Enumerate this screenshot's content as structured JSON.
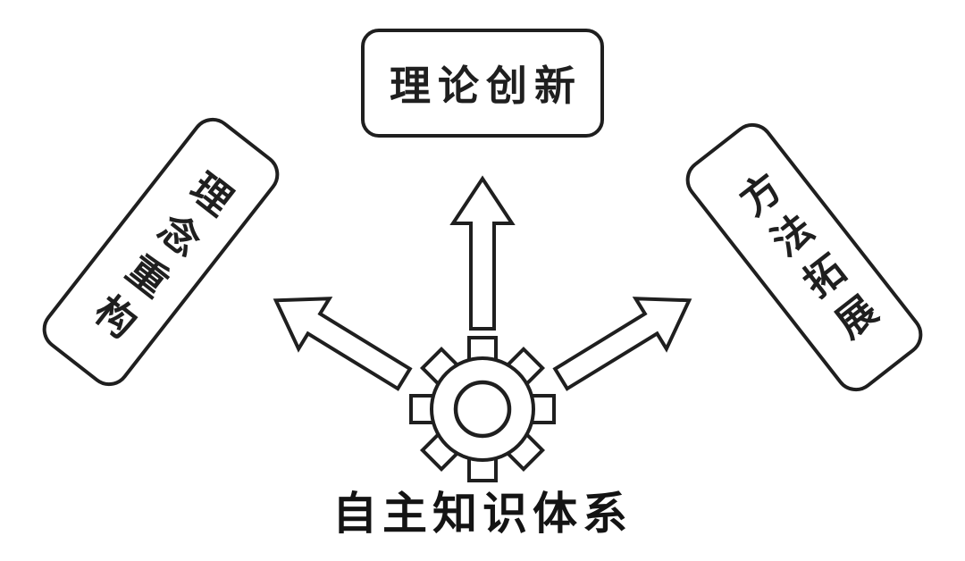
{
  "diagram": {
    "nodes": {
      "top": {
        "label": "理论创新"
      },
      "left": {
        "label": "理念重构"
      },
      "right": {
        "label": "方法拓展"
      }
    },
    "center": {
      "label": "自主知识体系",
      "icon": "gear-icon"
    },
    "arrows": [
      "arrow-up-icon",
      "arrow-up-left-icon",
      "arrow-up-right-icon"
    ],
    "colors": {
      "stroke": "#1f1f1f",
      "fill": "#ffffff",
      "background": "#ffffff"
    }
  }
}
